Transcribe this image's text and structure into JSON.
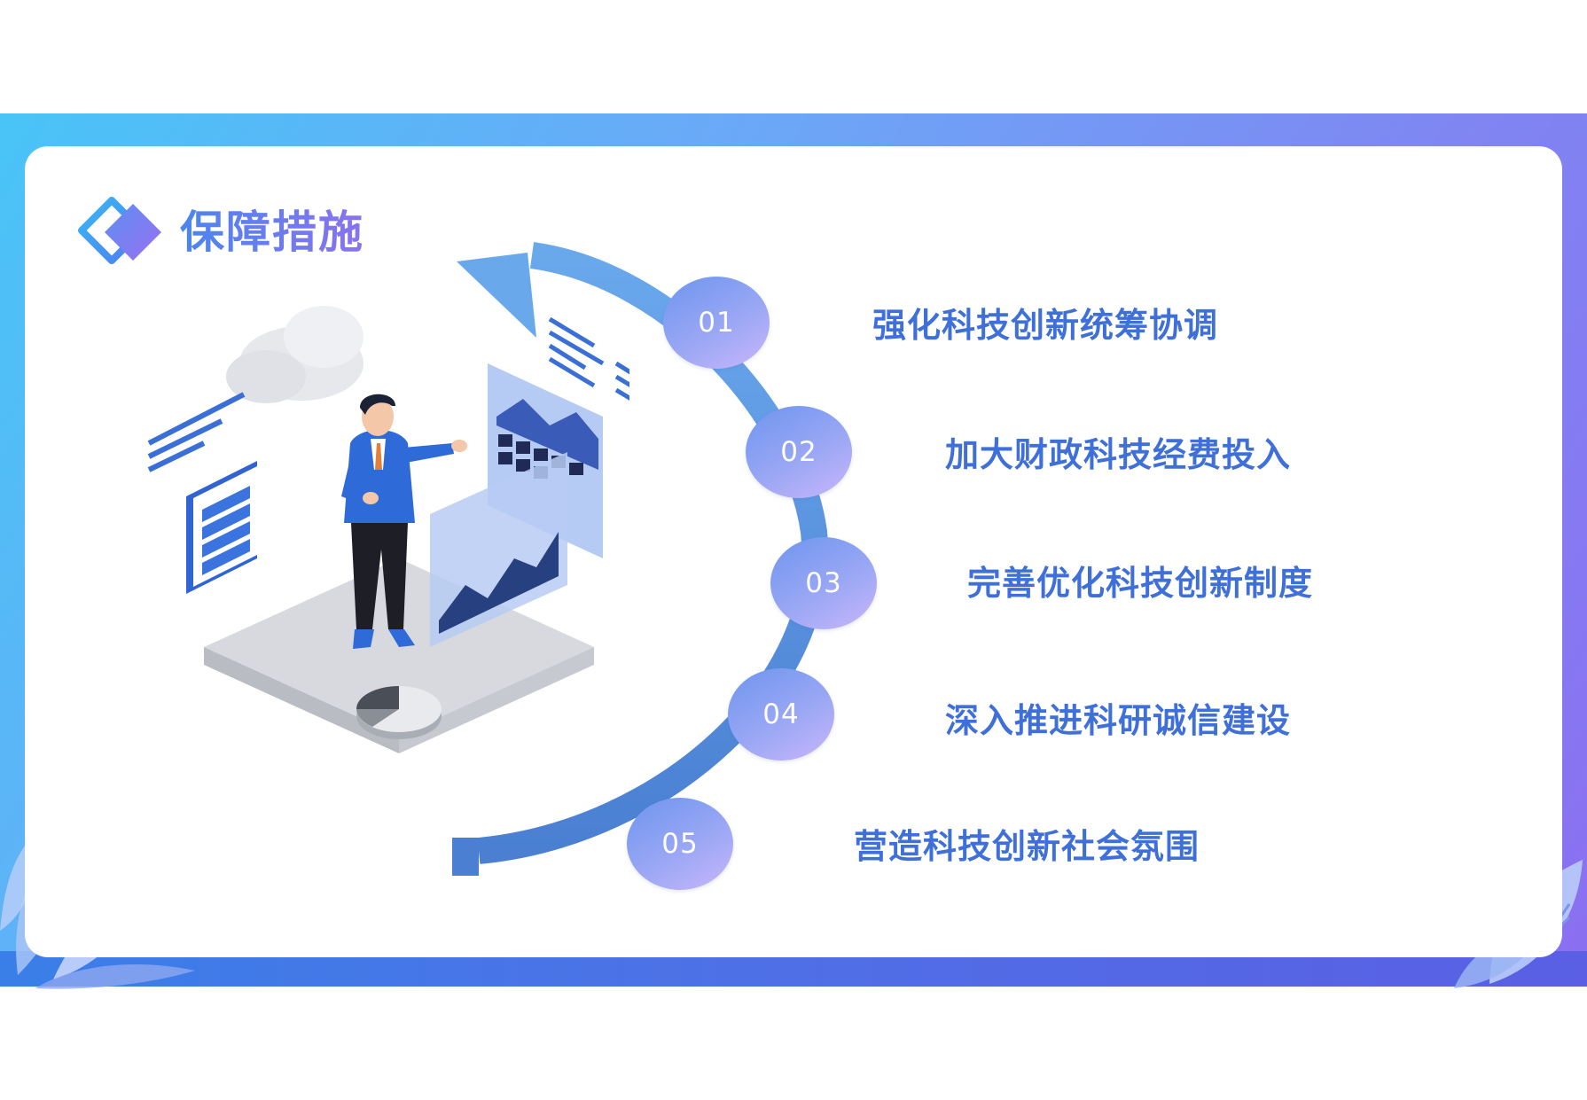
{
  "colors": {
    "band_start": "#49c4f7",
    "band_end": "#8b6ff1",
    "arc": "#4f86dd",
    "item_text": "#3f6fd8",
    "circle_start": "#6d95ef",
    "circle_end": "#c9b6fb"
  },
  "header": {
    "title": "保障措施",
    "logo_icon": "diamond-logo-icon"
  },
  "illustration": {
    "icon": "businessman-presenting-data-illustration"
  },
  "measures": [
    {
      "number": "01",
      "label": "强化科技创新统筹协调"
    },
    {
      "number": "02",
      "label": "加大财政科技经费投入"
    },
    {
      "number": "03",
      "label": "完善优化科技创新制度"
    },
    {
      "number": "04",
      "label": "深入推进科研诚信建设"
    },
    {
      "number": "05",
      "label": "营造科技创新社会氛围"
    }
  ]
}
